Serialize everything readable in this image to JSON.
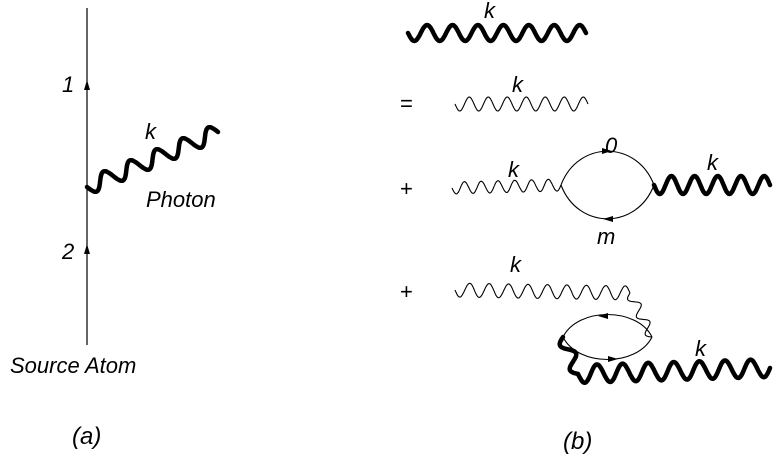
{
  "panel_a": {
    "state_upper": "1",
    "state_lower": "2",
    "momentum": "k",
    "photon_label": "Photon",
    "atom_label": "Source Atom",
    "caption": "(a)"
  },
  "panel_b": {
    "top_momentum": "k",
    "equals": "=",
    "bare_momentum": "k",
    "plus_1": "+",
    "loop_in_momentum": "k",
    "loop_state_top": "0",
    "loop_state_bottom": "m",
    "loop_out_momentum": "k",
    "plus_2": "+",
    "row3_in_momentum": "k",
    "row3_out_momentum": "k",
    "caption": "(b)"
  }
}
